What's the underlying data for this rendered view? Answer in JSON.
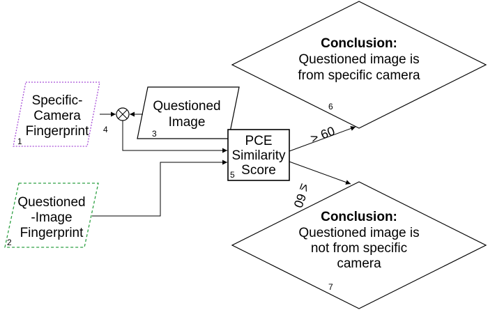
{
  "nodes": {
    "camera_fingerprint": {
      "lines": [
        "Specific-",
        "Camera",
        "Fingerprint"
      ],
      "number": "1",
      "border_color": "#a64dd6"
    },
    "questioned_image_fingerprint": {
      "lines": [
        "Questioned",
        "-Image",
        "Fingerprint"
      ],
      "number": "2",
      "border_color": "#2ea043"
    },
    "questioned_image": {
      "lines": [
        "Questioned",
        "Image"
      ],
      "number": "3"
    },
    "multiply_operator": {
      "number": "4"
    },
    "pce_similarity_score": {
      "lines": [
        "PCE",
        "Similarity",
        "Score"
      ],
      "number": "5"
    },
    "conclusion_from_camera": {
      "heading": "Conclusion:",
      "lines": [
        "Questioned image is",
        "from specific camera"
      ],
      "number": "6"
    },
    "conclusion_not_from_camera": {
      "heading": "Conclusion:",
      "lines": [
        "Questioned image is",
        "not from specific",
        "camera"
      ],
      "number": "7"
    }
  },
  "edges": {
    "greater_than": "> 60",
    "less_equal": "≤ 60"
  }
}
